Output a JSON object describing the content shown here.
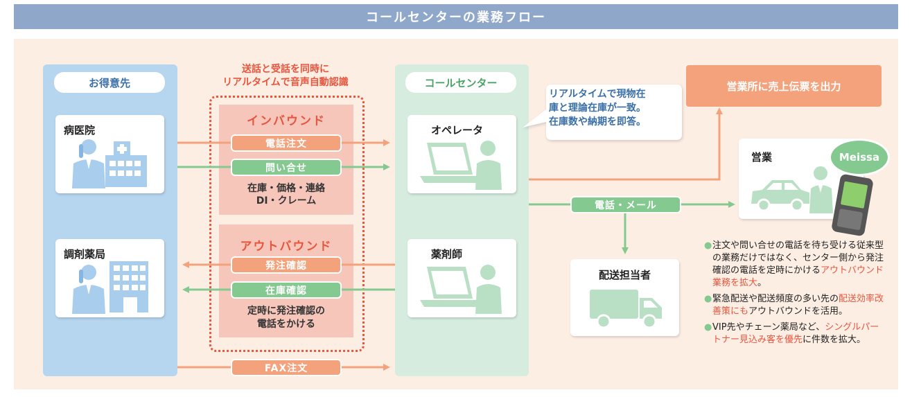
{
  "title": "コールセンターの業務フロー",
  "columns": {
    "customer": "お得意先",
    "callcenter": "コールセンター"
  },
  "caption_top": [
    "送話と受話を同時に",
    "リアルタイムで音声自動認識"
  ],
  "inbound": {
    "heading": "インバウンド",
    "items": [
      "電話注文",
      "問い合せ"
    ],
    "desc": [
      "在庫・価格・連絡",
      "DI・クレーム"
    ]
  },
  "outbound": {
    "heading": "アウトバウンド",
    "items": [
      "発注確認",
      "在庫確認"
    ],
    "desc": [
      "定時に発注確認の",
      "電話をかける"
    ]
  },
  "fax": "FAX注文",
  "nodes": {
    "hospital": "病医院",
    "pharmacy": "調剤薬局",
    "operator": "オペレータ",
    "pharmacist": "薬剤師",
    "delivery": "配送担当者",
    "sales": "営業",
    "office": "営業所に売上伝票を出力"
  },
  "speech": [
    "リアルタイムで現物在",
    "庫と理論在庫が一致。",
    "在庫数や納期を即答。"
  ],
  "phone_mail": "電話・メール",
  "brand": "Meissa",
  "notes": [
    {
      "pre": "注文や問い合せの電話を待ち受ける従来型の業務だけではなく、センター側から発注確認の電話を定時にかける",
      "hl": "アウトバウンド業務を拡大",
      "post": "。"
    },
    {
      "pre": "緊急配送や配送頻度の多い先の",
      "hl": "配送効率改善策にも",
      "post": "アウトバウンドを活用。"
    },
    {
      "pre": "VIP先やチェーン薬局など、",
      "hl": "シングルパートナー見込み客を優先",
      "post": "に件数を拡大。"
    }
  ],
  "colors": {
    "orange": "#f3a27c",
    "green": "#84c98f",
    "accent_red": "#e8553d",
    "blue_col": "#b6d5ee",
    "green_col": "#d5ecdf"
  }
}
